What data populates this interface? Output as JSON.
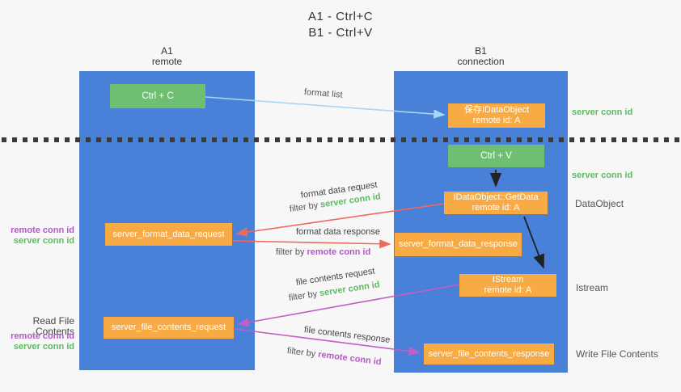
{
  "title": {
    "line1": "A1 - Ctrl+C",
    "line2": "B1 - Ctrl+V"
  },
  "lanes": {
    "a": {
      "id": "A1",
      "name": "remote"
    },
    "b": {
      "id": "B1",
      "name": "connection"
    }
  },
  "nodes": {
    "ctrl_c": {
      "label": "Ctrl + C"
    },
    "save_idataobject": {
      "line1": "保存IDataObject",
      "line2": "remote id: A"
    },
    "ctrl_v": {
      "label": "Ctrl + V"
    },
    "getdata": {
      "line1": "IDataObject::GetData",
      "line2": "remote id: A"
    },
    "format_request": {
      "label": "server_format_data_request"
    },
    "format_response": {
      "label": "server_format_data_response"
    },
    "istream": {
      "line1": "IStream",
      "line2": "remote id: A"
    },
    "file_request": {
      "label": "server_file_contents_request"
    },
    "file_response": {
      "label": "server_file_contents_response"
    }
  },
  "arrows": {
    "format_list": "format list",
    "format_data_request": "format data request",
    "format_data_response": "format data response",
    "file_contents_request": "file contents request",
    "file_contents_response": "file contents response",
    "filter_by": "filter by",
    "server_conn_id": "server conn id",
    "remote_conn_id": "remote conn id"
  },
  "side_labels": {
    "server_conn_id_top": "server conn id",
    "server_conn_id_mid": "server conn id",
    "dataobject": "DataObject",
    "istream": "Istream",
    "write_file_contents": "Write File Contents",
    "read_file_contents": "Read File Contents",
    "remote_conn_id": "remote conn id",
    "server_conn_id": "server conn id"
  },
  "colors": {
    "lane_blue": "#4a81d8",
    "action_green": "#6fbf73",
    "message_orange": "#f8ab45",
    "arrow_light_blue": "#a9d6f5",
    "arrow_red": "#ed6a5f",
    "arrow_magenta": "#c35ec4",
    "arrow_black": "#222222",
    "label_green": "#5dba62",
    "label_purple": "#b25ac4",
    "background": "#f7f7f7"
  }
}
